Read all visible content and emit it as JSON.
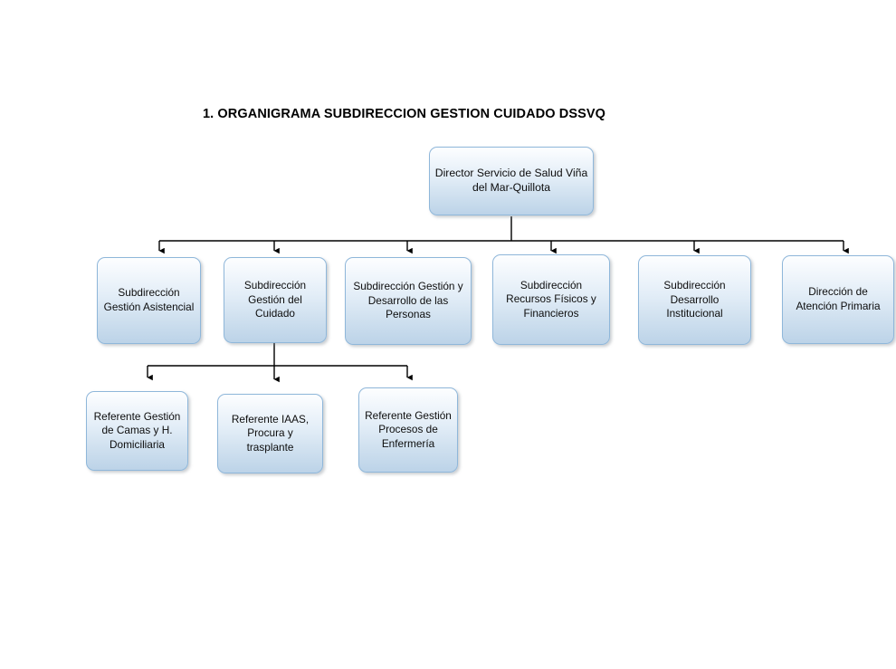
{
  "page": {
    "title": "1.  ORGANIGRAMA SUBDIRECCION GESTION CUIDADO DSSVQ",
    "background_color": "#ffffff"
  },
  "style": {
    "node_border_color": "#8FB7DA",
    "node_fill_top": "#fdfeff",
    "node_fill_bottom": "#bcd3e8",
    "connector_color": "#000000",
    "text_color": "#0d0d0d"
  },
  "chart_data": {
    "type": "diagram",
    "diagram_type": "organizational-chart",
    "orientation": "top-down",
    "title": "1.  ORGANIGRAMA SUBDIRECCION GESTION CUIDADO DSSVQ",
    "levels": 3,
    "nodes": [
      {
        "id": "root",
        "level": 0,
        "label": "Director Servicio de Salud Viña del Mar-Quillota",
        "lines": [
          "Director Servicio de",
          "Salud Viña del Mar-",
          "Quillota"
        ]
      },
      {
        "id": "sub-gestion-asistencial",
        "level": 1,
        "parent": "root",
        "label": "Subdirección Gestión Asistencial",
        "lines": [
          "Subdirección",
          "Gestión",
          "Asistencial"
        ]
      },
      {
        "id": "sub-gestion-cuidado",
        "level": 1,
        "parent": "root",
        "label": "Subdirección Gestión del Cuidado",
        "lines": [
          "Subdirección",
          "Gestión del",
          "Cuidado"
        ]
      },
      {
        "id": "sub-gestion-desarrollo-personas",
        "level": 1,
        "parent": "root",
        "label": "Subdirección Gestión y Desarrollo de las Personas",
        "lines": [
          "Subdirección",
          "Gestión y",
          "Desarrollo de las",
          "Personas"
        ]
      },
      {
        "id": "sub-recursos-fisicos-financieros",
        "level": 1,
        "parent": "root",
        "label": "Subdirección Recursos Físicos y Financieros",
        "lines": [
          "Subdirección",
          "Recursos Físicos",
          "y Financieros"
        ]
      },
      {
        "id": "sub-desarrollo-institucional",
        "level": 1,
        "parent": "root",
        "label": "Subdirección Desarrollo Institucional",
        "lines": [
          "Subdirección",
          "Desarrollo",
          "Institucional"
        ]
      },
      {
        "id": "direccion-atencion-primaria",
        "level": 1,
        "parent": "root",
        "label": "Dirección de Atención Primaria",
        "lines": [
          "Dirección de",
          "Atención",
          "Primaria"
        ]
      },
      {
        "id": "ref-gestion-camas",
        "level": 2,
        "parent": "sub-gestion-cuidado",
        "label": "Referente Gestión de Camas y H. Domiciliaria",
        "lines": [
          "Referente",
          "Gestión de",
          "Camas y H.",
          "Domiciliaria"
        ]
      },
      {
        "id": "ref-iaas-procura",
        "level": 2,
        "parent": "sub-gestion-cuidado",
        "label": "Referente IAAS, Procura y trasplante",
        "lines": [
          "Referente",
          "IAAS, Procura y",
          "trasplante"
        ]
      },
      {
        "id": "ref-gestion-procesos-enfermeria",
        "level": 2,
        "parent": "sub-gestion-cuidado",
        "label": "Referente Gestión Procesos de Enfermería",
        "lines": [
          "Referente",
          "Gestión",
          "Procesos de",
          "Enfermería"
        ]
      }
    ],
    "edges": [
      {
        "from": "root",
        "to": "sub-gestion-asistencial"
      },
      {
        "from": "root",
        "to": "sub-gestion-cuidado"
      },
      {
        "from": "root",
        "to": "sub-gestion-desarrollo-personas"
      },
      {
        "from": "root",
        "to": "sub-recursos-fisicos-financieros"
      },
      {
        "from": "root",
        "to": "sub-desarrollo-institucional"
      },
      {
        "from": "root",
        "to": "direccion-atencion-primaria"
      },
      {
        "from": "sub-gestion-cuidado",
        "to": "ref-gestion-camas"
      },
      {
        "from": "sub-gestion-cuidado",
        "to": "ref-iaas-procura"
      },
      {
        "from": "sub-gestion-cuidado",
        "to": "ref-gestion-procesos-enfermeria"
      }
    ]
  }
}
